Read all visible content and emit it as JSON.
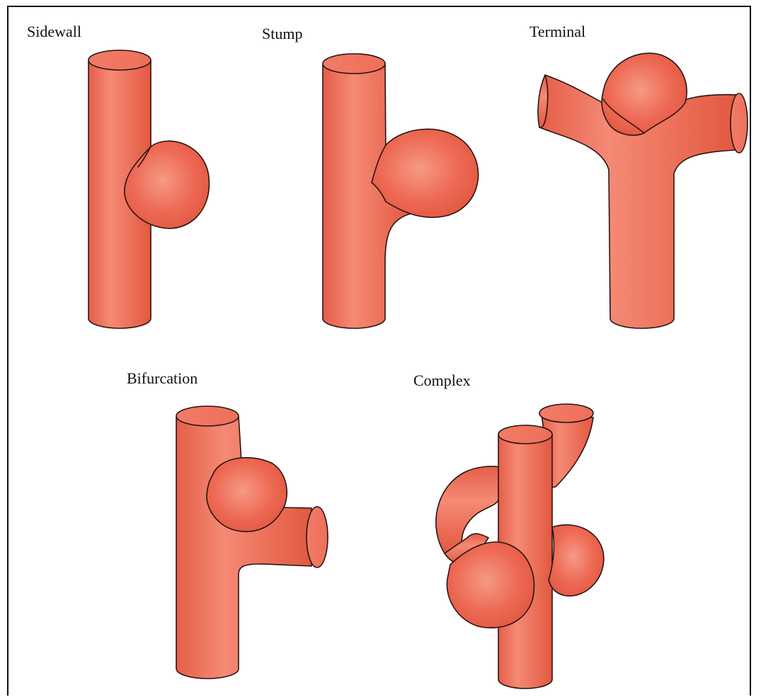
{
  "panels": [
    {
      "id": "sidewall",
      "label": "Sidewall"
    },
    {
      "id": "stump",
      "label": "Stump"
    },
    {
      "id": "terminal",
      "label": "Terminal"
    },
    {
      "id": "bifurcation",
      "label": "Bifurcation"
    },
    {
      "id": "complex",
      "label": "Complex"
    }
  ],
  "colors": {
    "vessel_fill": "#ef6a55",
    "vessel_highlight": "#f6927e",
    "vessel_shadow": "#e05a46",
    "outline": "#2a1512"
  },
  "icons": [
    "vessel-icon",
    "aneurysm-sac-icon"
  ]
}
